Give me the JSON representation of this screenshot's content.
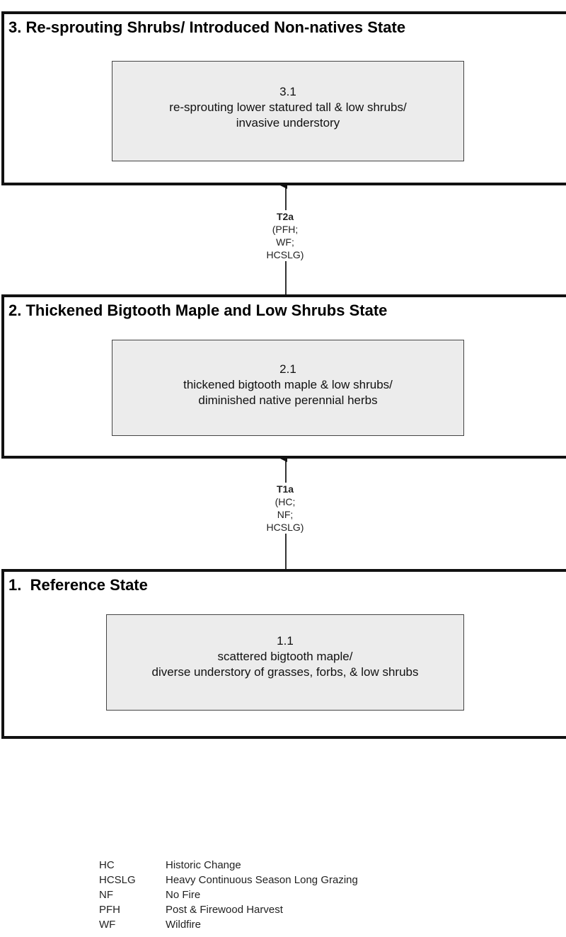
{
  "states": [
    {
      "title": "3. Re-sprouting Shrubs/ Introduced Non-natives State",
      "phase": {
        "id": "3.1",
        "lines": [
          "re-sprouting lower statured tall & low shrubs/",
          "invasive understory"
        ]
      }
    },
    {
      "title": "2. Thickened Bigtooth Maple and Low Shrubs State",
      "phase": {
        "id": "2.1",
        "lines": [
          "thickened bigtooth maple & low shrubs/",
          "diminished native perennial herbs"
        ]
      }
    },
    {
      "title": "1.  Reference State",
      "phase": {
        "id": "1.1",
        "lines": [
          "scattered bigtooth maple/",
          "diverse understory of grasses, forbs, & low shrubs"
        ]
      }
    }
  ],
  "transitions": [
    {
      "id": "T2a",
      "lines": [
        "(PFH;",
        "WF;",
        "HCSLG)"
      ]
    },
    {
      "id": "T1a",
      "lines": [
        "(HC;",
        "NF;",
        "HCSLG)"
      ]
    }
  ],
  "legend": [
    {
      "abbr": "HC",
      "meaning": "Historic Change"
    },
    {
      "abbr": "HCSLG",
      "meaning": "Heavy Continuous Season Long Grazing"
    },
    {
      "abbr": "NF",
      "meaning": "No Fire"
    },
    {
      "abbr": "PFH",
      "meaning": "Post & Firewood Harvest"
    },
    {
      "abbr": "WF",
      "meaning": "Wildfire"
    }
  ]
}
